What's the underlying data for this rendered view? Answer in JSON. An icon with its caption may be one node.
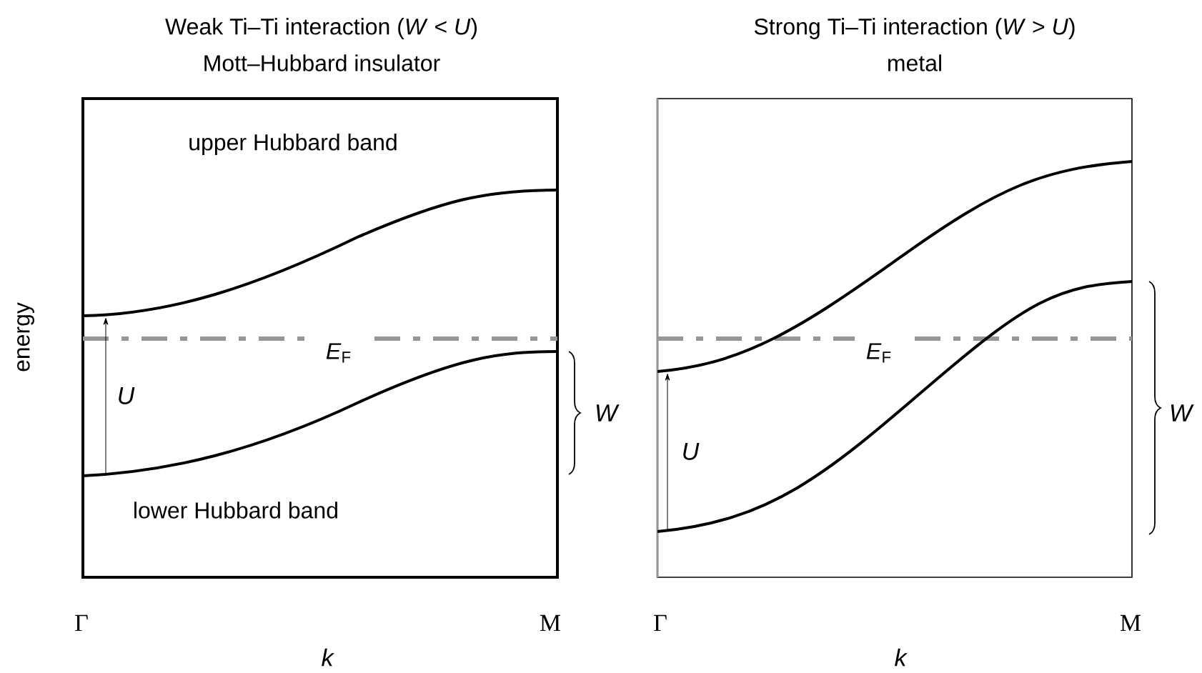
{
  "diagram": {
    "labels": [
      "Weak Ti–Ti interaction (*W* < *U*)",
      "Strong Ti–Ti interaction (*W* > *U*)",
      "Mott–Hubbard insulator",
      "metal",
      "upper Hubbard band",
      "energy",
      "*E*$_{F}$",
      "*E*$_{F}$",
      "U",
      "W",
      "W",
      "U",
      "lower Hubbard band",
      "Γ",
      "M",
      "Γ",
      "M",
      "k",
      "k"
    ]
  }
}
